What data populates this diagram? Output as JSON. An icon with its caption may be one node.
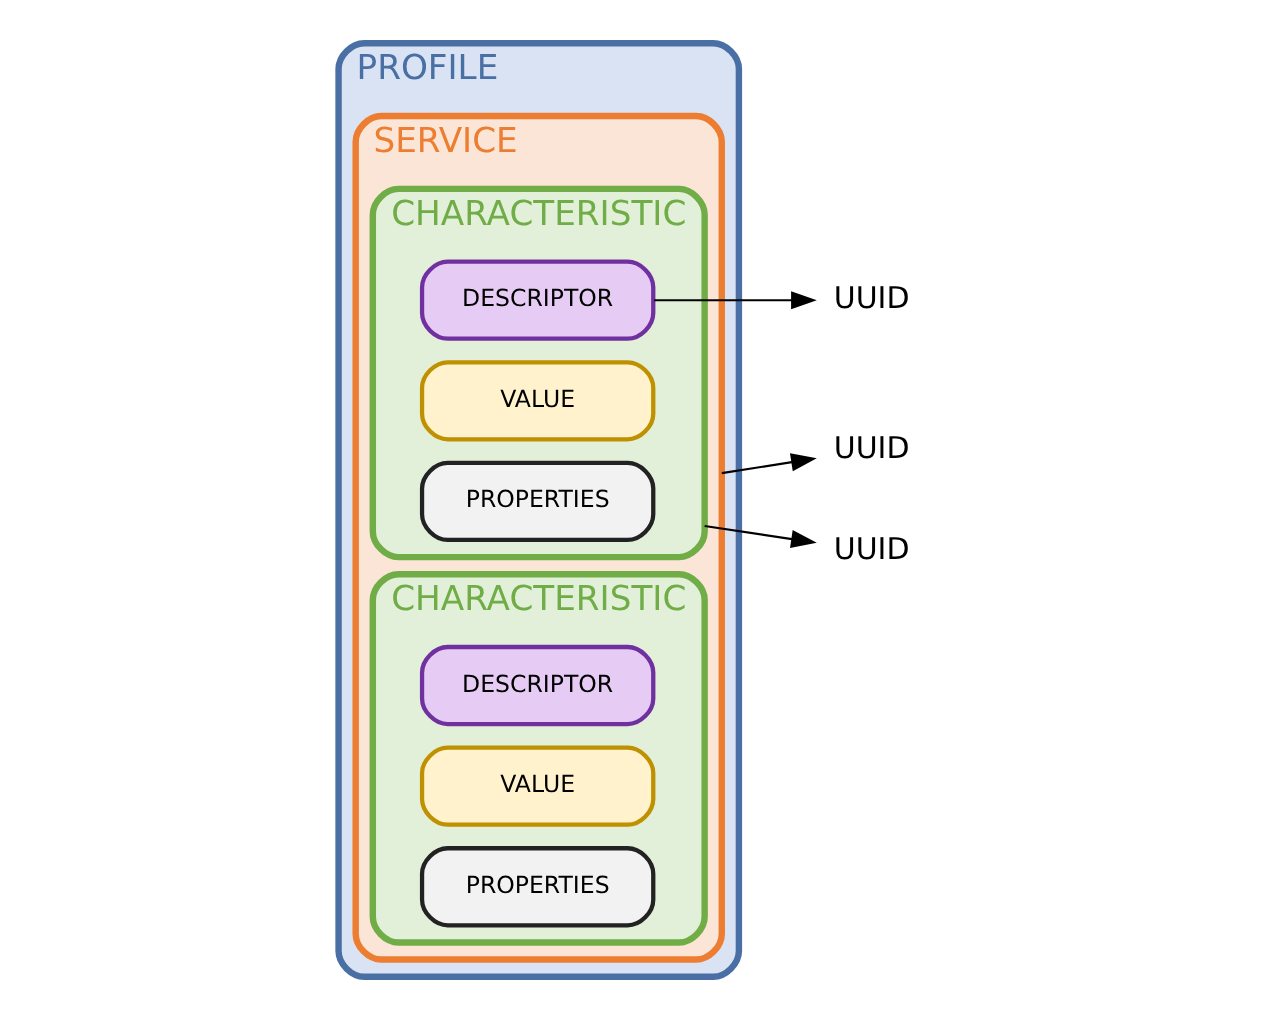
{
  "diagram": {
    "nodes": [
      {
        "text": [
          "PROFILE"
        ]
      },
      {
        "text": [
          "SERVICE"
        ],
        "in": 0
      },
      {
        "text": [
          "CHARACTERISTIC"
        ],
        "in": 1
      },
      {
        "text": [
          "PROPERTIES"
        ],
        "in": 2
      },
      {
        "text": [
          "VALUE"
        ],
        "in": 2
      },
      {
        "text": [
          "DESCRIPTOR"
        ],
        "in": 2
      },
      {
        "text": [
          "CHARACTERISTIC"
        ],
        "in": 1
      },
      {
        "text": [
          "PROPERTIES"
        ],
        "in": 6
      },
      {
        "text": [
          "VALUE"
        ],
        "in": 6
      },
      {
        "text": [
          "DESCRIPTOR"
        ],
        "in": 6
      },
      {
        "text": [
          "UUID"
        ]
      },
      {
        "text": [
          "UUID"
        ]
      },
      {
        "text": [
          "UUID"
        ]
      }
    ],
    "edges": [
      {
        "from": 1,
        "to": 10,
        "arrow": "to"
      },
      {
        "from": 2,
        "to": 11,
        "arrow": "to"
      },
      {
        "from": 5,
        "to": 12,
        "arrow": "to"
      }
    ]
  }
}
